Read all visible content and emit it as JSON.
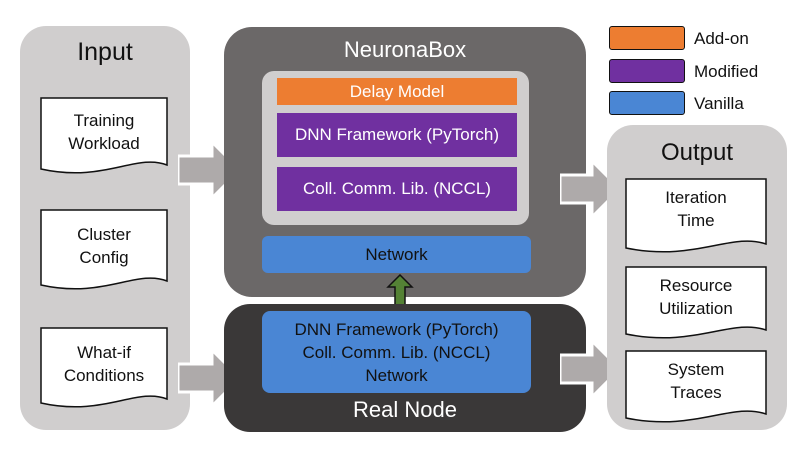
{
  "legend": [
    {
      "label": "Add-on",
      "color": "#ed7d31"
    },
    {
      "label": "Modified",
      "color": "#7030a0"
    },
    {
      "label": "Vanilla",
      "color": "#4a86d4"
    }
  ],
  "input": {
    "title": "Input",
    "docs": [
      {
        "line1": "Training",
        "line2": "Workload"
      },
      {
        "line1": "Cluster",
        "line2": "Config"
      },
      {
        "line1": "What-if",
        "line2": "Conditions"
      }
    ]
  },
  "neuronabox": {
    "title": "NeuronaBox",
    "delay_model": "Delay Model",
    "dnn_framework": "DNN Framework (PyTorch)",
    "coll_comm": "Coll. Comm. Lib. (NCCL)",
    "network": "Network"
  },
  "real_node": {
    "title": "Real Node",
    "line1": "DNN Framework (PyTorch)",
    "line2": "Coll. Comm. Lib. (NCCL)",
    "line3": "Network"
  },
  "output": {
    "title": "Output",
    "docs": [
      {
        "line1": "Iteration",
        "line2": "Time"
      },
      {
        "line1": "Resource",
        "line2": "Utilization"
      },
      {
        "line1": "System",
        "line2": "Traces"
      }
    ]
  },
  "colors": {
    "panel_gray": "#d0cece",
    "neuronabox_bg": "#6b6868",
    "real_node_bg": "#3a3838",
    "inner_gray": "#d0cece",
    "arrow_gray": "#aeaaaa",
    "double_arrow_green": "#548235"
  }
}
